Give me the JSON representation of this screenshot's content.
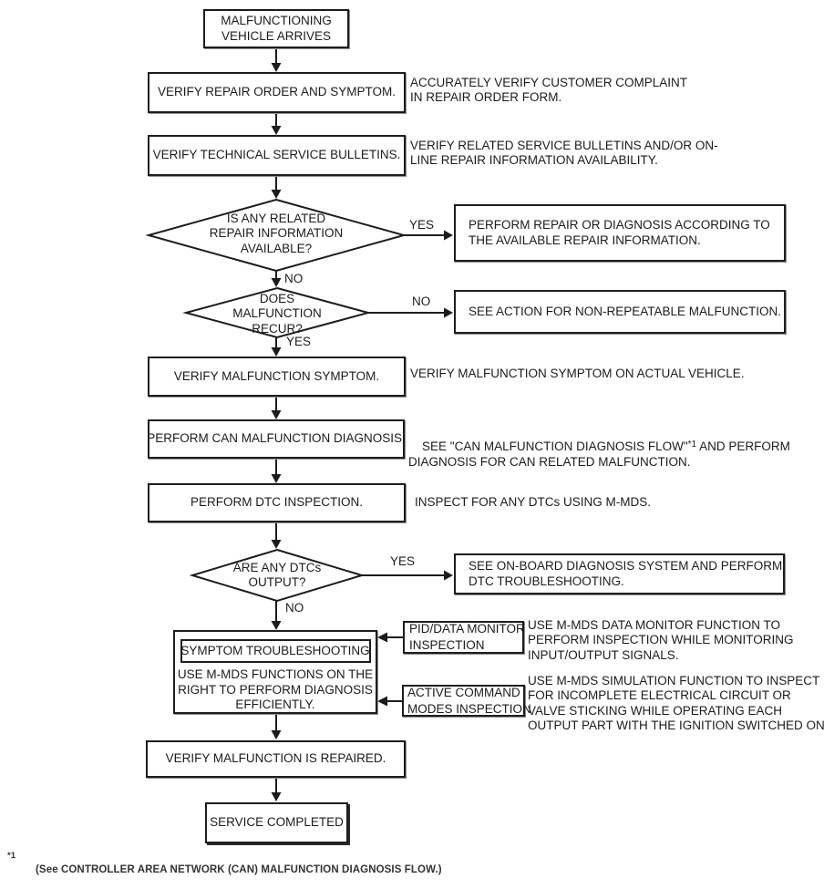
{
  "labels": {
    "yes": "YES",
    "no": "NO"
  },
  "nodes": {
    "start": "MALFUNCTIONING\nVEHICLE ARRIVES",
    "verify_repair_order": "VERIFY REPAIR ORDER AND SYMPTOM.",
    "verify_tsb": "VERIFY TECHNICAL SERVICE BULLETINS.",
    "decision_repair_info": "IS ANY RELATED\nREPAIR INFORMATION\nAVAILABLE?",
    "action_perform_repair": "PERFORM REPAIR OR DIAGNOSIS ACCORDING TO\nTHE AVAILABLE REPAIR INFORMATION.",
    "decision_recur": "DOES\nMALFUNCTION\nRECUR?",
    "action_non_repeatable": "SEE ACTION FOR NON-REPEATABLE MALFUNCTION.",
    "verify_symptom": "VERIFY MALFUNCTION SYMPTOM.",
    "can_diagnosis": "PERFORM CAN MALFUNCTION DIAGNOSIS.",
    "dtc_inspection": "PERFORM DTC INSPECTION.",
    "decision_dtcs": "ARE ANY DTCs\nOUTPUT?",
    "action_obd": "SEE ON-BOARD DIAGNOSIS SYSTEM AND PERFORM\nDTC TROUBLESHOOTING.",
    "symptom_title": "SYMPTOM TROUBLESHOOTING",
    "symptom_body": "USE M-MDS FUNCTIONS ON THE\nRIGHT TO PERFORM DIAGNOSIS\nEFFICIENTLY.",
    "tool_pid": "PID/DATA MONITOR\nINSPECTION",
    "tool_active": "ACTIVE COMMAND\nMODES INSPECTION",
    "verify_repaired": "VERIFY MALFUNCTION IS REPAIRED.",
    "end": "SERVICE COMPLETED"
  },
  "notes": {
    "repair_order": "ACCURATELY VERIFY CUSTOMER COMPLAINT\nIN REPAIR ORDER FORM.",
    "tsb": "VERIFY RELATED SERVICE BULLETINS AND/OR ON-\nLINE REPAIR INFORMATION AVAILABILITY.",
    "symptom": "VERIFY MALFUNCTION SYMPTOM ON ACTUAL VEHICLE.",
    "can_pre": "SEE \"CAN MALFUNCTION DIAGNOSIS FLOW\"",
    "can_ref": "*1",
    "can_post": " AND PERFORM\nDIAGNOSIS FOR CAN RELATED MALFUNCTION.",
    "dtc": "INSPECT FOR ANY DTCs USING M-MDS.",
    "pid": "USE M-MDS DATA MONITOR FUNCTION TO\nPERFORM INSPECTION WHILE MONITORING\nINPUT/OUTPUT SIGNALS.",
    "active": "USE M-MDS SIMULATION FUNCTION TO INSPECT\nFOR INCOMPLETE ELECTRICAL CIRCUIT OR\nVALVE STICKING WHILE OPERATING EACH\nOUTPUT PART WITH THE IGNITION SWITCHED ON."
  },
  "footnote": {
    "marker": "*1",
    "text": "(See CONTROLLER AREA NETWORK (CAN) MALFUNCTION DIAGNOSIS FLOW.)"
  },
  "colors": {
    "line": "#1c1c1c",
    "text": "#1c1c1c",
    "footnote": "#333333"
  }
}
